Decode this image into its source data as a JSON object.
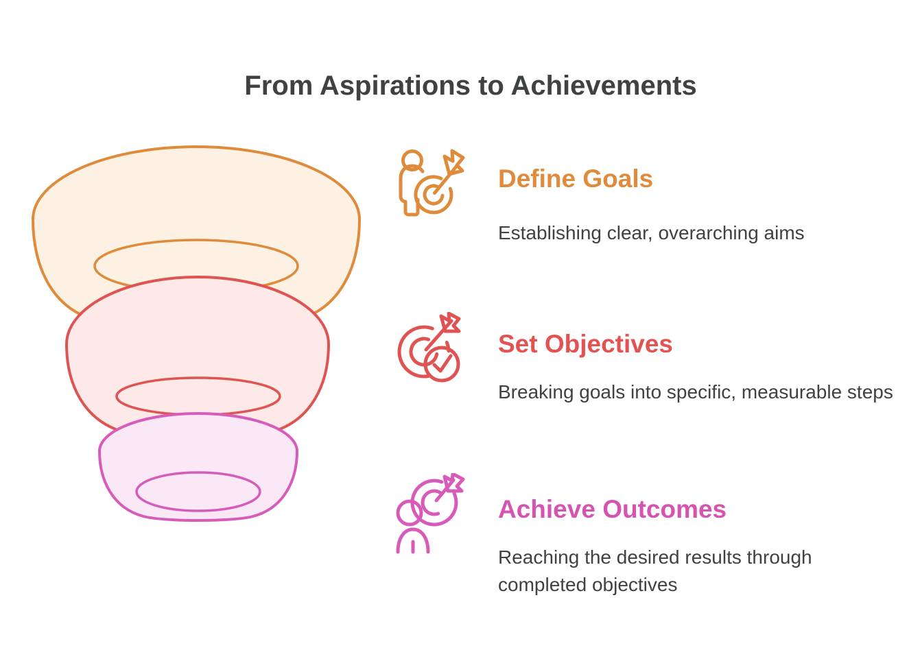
{
  "title": "From Aspirations to Achievements",
  "text_color": "#3F4142",
  "funnel": {
    "layers": [
      {
        "label": "top-layer",
        "stroke": "#DE8B3C",
        "fill": "#FDF1E3"
      },
      {
        "label": "middle-layer",
        "stroke": "#DF5452",
        "fill": "#FCE9E8"
      },
      {
        "label": "bottom-layer",
        "stroke": "#D75CBA",
        "fill": "#FAE8F7"
      }
    ]
  },
  "items": [
    {
      "heading": "Define Goals",
      "description": "Establishing clear, overarching aims",
      "accent": "#E08A3B",
      "icon": "person-with-target-icon"
    },
    {
      "heading": "Set Objectives",
      "description": "Breaking goals into specific, measurable steps",
      "accent": "#E25352",
      "icon": "target-with-checkmark-icon"
    },
    {
      "heading": "Achieve Outcomes",
      "description": "Reaching the desired results through completed objectives",
      "accent": "#D553B1",
      "icon": "person-achieving-target-icon"
    }
  ]
}
